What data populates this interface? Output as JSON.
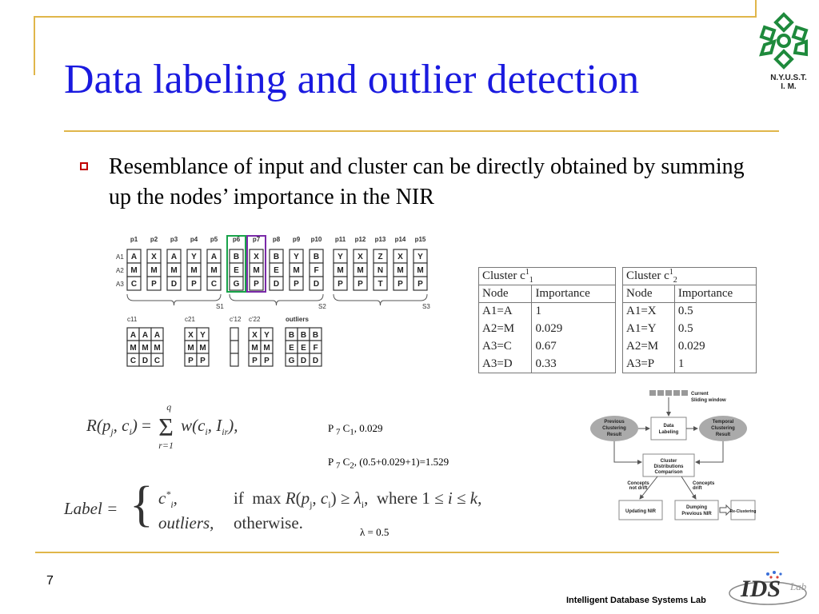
{
  "slide": {
    "title": "Data labeling and outlier detection",
    "logo_caption_line1": "N.Y.U.S.T.",
    "logo_caption_line2": "I. M.",
    "bullet": "Resemblance of input and cluster can be directly obtained by summing up the nodes’ importance in the NIR",
    "page_number": "7",
    "footer": "Intelligent Database Systems Lab",
    "footer_logo_text": "IDS",
    "footer_logo_sub": "Lab"
  },
  "grid": {
    "point_labels": [
      "p1",
      "p2",
      "p3",
      "p4",
      "p5",
      "p6",
      "p7",
      "p8",
      "p9",
      "p10",
      "p11",
      "p12",
      "p13",
      "p14",
      "p15"
    ],
    "attribute_labels": [
      "A1",
      "A2",
      "A3"
    ],
    "columns": [
      [
        "A",
        "M",
        "C"
      ],
      [
        "X",
        "M",
        "P"
      ],
      [
        "A",
        "M",
        "D"
      ],
      [
        "Y",
        "M",
        "P"
      ],
      [
        "A",
        "M",
        "C"
      ],
      [
        "B",
        "E",
        "G"
      ],
      [
        "X",
        "M",
        "P"
      ],
      [
        "B",
        "E",
        "D"
      ],
      [
        "Y",
        "M",
        "P"
      ],
      [
        "B",
        "F",
        "D"
      ],
      [
        "Y",
        "M",
        "P"
      ],
      [
        "X",
        "M",
        "P"
      ],
      [
        "Z",
        "N",
        "T"
      ],
      [
        "X",
        "M",
        "P"
      ],
      [
        "Y",
        "M",
        "P"
      ]
    ],
    "window_labels": [
      "S1",
      "S2",
      "S3"
    ],
    "cluster_labels": [
      "c11",
      "c21",
      "c'12",
      "c'22",
      "outliers"
    ],
    "c11": [
      [
        "A",
        "A",
        "A"
      ],
      [
        "M",
        "M",
        "M"
      ],
      [
        "C",
        "D",
        "C"
      ]
    ],
    "c21": [
      [
        "X",
        "Y"
      ],
      [
        "M",
        "M"
      ],
      [
        "P",
        "P"
      ]
    ],
    "c22p": [
      [
        "X",
        "Y"
      ],
      [
        "M",
        "M"
      ],
      [
        "P",
        "P"
      ]
    ],
    "outliers": [
      [
        "B",
        "B",
        "B"
      ],
      [
        "E",
        "E",
        "F"
      ],
      [
        "G",
        "D",
        "D"
      ]
    ]
  },
  "tables": [
    {
      "title": "Cluster c",
      "sub": "1",
      "sup": "1",
      "headers": [
        "Node",
        "Importance"
      ],
      "rows": [
        [
          "A1=A",
          "1"
        ],
        [
          "A2=M",
          "0.029"
        ],
        [
          "A3=C",
          "0.67"
        ],
        [
          "A3=D",
          "0.33"
        ]
      ]
    },
    {
      "title": "Cluster c",
      "sub": "2",
      "sup": "1",
      "headers": [
        "Node",
        "Importance"
      ],
      "rows": [
        [
          "A1=X",
          "0.5"
        ],
        [
          "A1=Y",
          "0.5"
        ],
        [
          "A2=M",
          "0.029"
        ],
        [
          "A3=P",
          "1"
        ]
      ]
    }
  ],
  "formulas": {
    "resemblance_lhs": "R(p",
    "resemblance_text": "R(pj, ci) = Σ w(ci, Iir),",
    "sum_top": "q",
    "sum_bottom": "r=1",
    "label_lhs": "Label =",
    "case1_value": "c*i,",
    "case1_cond": "if  max R(pj, ci) ≥ λi,  where 1 ≤ i ≤ k,",
    "case2_value": "outliers,",
    "case2_cond": "otherwise."
  },
  "notes": {
    "p7c1": "P 7 C1, 0.029",
    "p7c2": "P 7 C2, (0.5+0.029+1)=1.529",
    "lambda": "λ = 0.5"
  },
  "flowchart": {
    "window_label1": "Current",
    "window_label2": "Sliding window",
    "prev_result": [
      "Previous",
      "Clustering",
      "Result"
    ],
    "data_labeling": [
      "Data",
      "Labeling"
    ],
    "temporal_result": [
      "Temporal",
      "Clustering",
      "Result"
    ],
    "comparison": [
      "Cluster",
      "Distributions",
      "Comparison"
    ],
    "not_drift": [
      "Concepts",
      "not drift"
    ],
    "drift": [
      "Concepts",
      "drift"
    ],
    "updating": "Updating NIR",
    "dumping": [
      "Dumping",
      "Previous NIR"
    ],
    "reclustering": "Re-Clustering"
  },
  "colors": {
    "title": "#1a1adf",
    "rule": "#e0b64a",
    "bullet": "#c00000",
    "logo_green": "#1e8a3c",
    "window_green": "#19a34a",
    "window_purple": "#7a2aa8"
  }
}
